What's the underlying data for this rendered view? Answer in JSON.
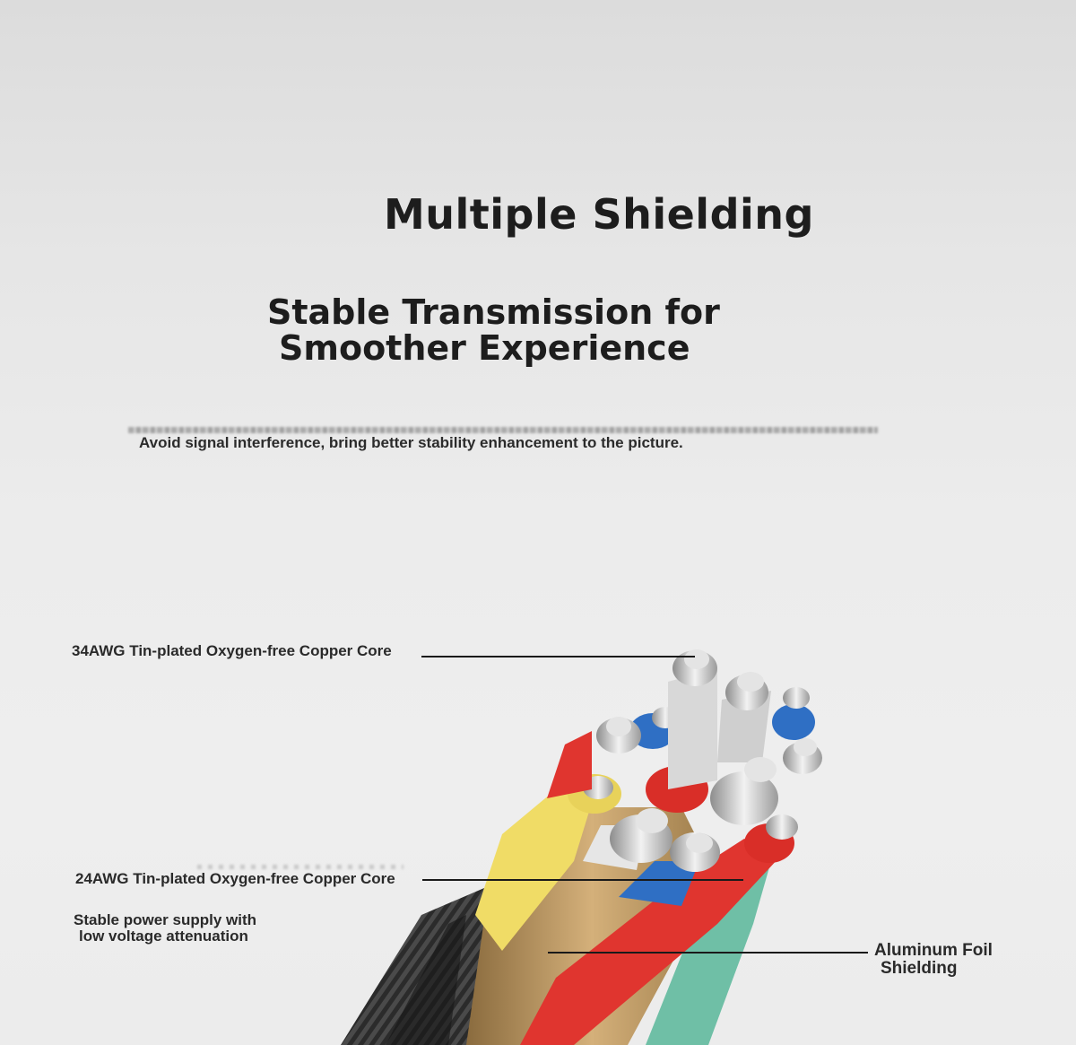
{
  "title": "Multiple Shielding",
  "subtitle": {
    "line1": "Stable Transmission for",
    "line2": "Smoother Experience"
  },
  "description": "Avoid signal interference, bring better stability enhancement to the picture.",
  "callouts": {
    "core_34awg": "34AWG Tin-plated Oxygen-free Copper Core",
    "core_24awg": "24AWG Tin-plated Oxygen-free Copper Core",
    "power_note": {
      "line1": "Stable power supply with",
      "line2": "low voltage attenuation"
    },
    "foil": {
      "line1": "Aluminum Foil",
      "line2": "Shielding"
    }
  },
  "colors": {
    "text": "#1d1d1d",
    "wire_red": "#e0352f",
    "wire_yellow": "#f2e06a",
    "wire_blue": "#2f6fc4",
    "wire_teal": "#6fbfa6",
    "foil_gold": "#c9a46a",
    "wire_white": "#e8e8e8",
    "braid": "#2a2a2a"
  }
}
